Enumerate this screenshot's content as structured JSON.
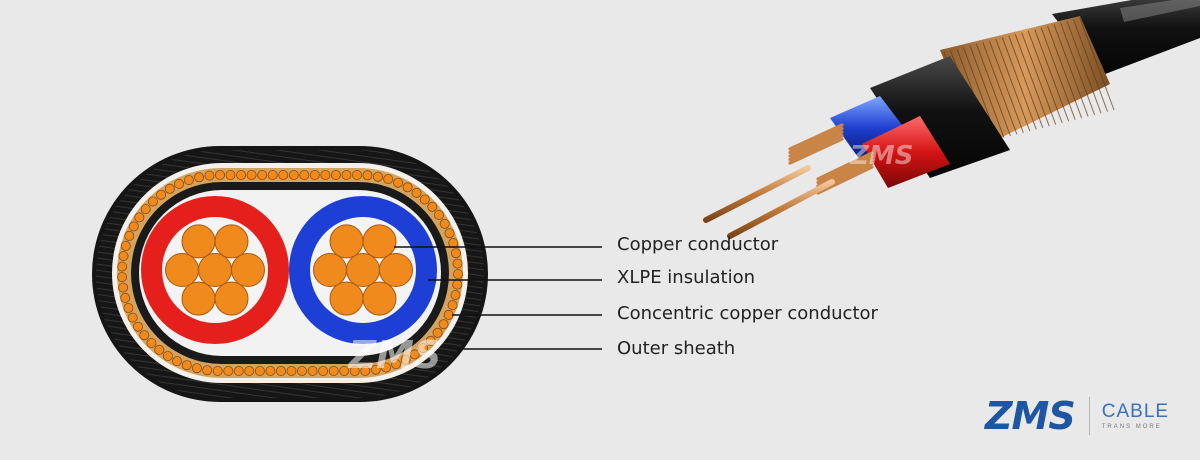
{
  "callouts": [
    {
      "id": "copper",
      "label": "Copper conductor"
    },
    {
      "id": "xlpe",
      "label": "XLPE insulation"
    },
    {
      "id": "concentric",
      "label": "Concentric copper conductor"
    },
    {
      "id": "sheath",
      "label": "Outer sheath"
    }
  ],
  "watermark": "ZMS",
  "brand": {
    "mark": "ZMS",
    "name": "CABLE",
    "tagline": "TRANS MORE"
  },
  "colors": {
    "background": "#e9e9e9",
    "outer_sheath": "#151515",
    "copper": "#f08a1c",
    "insulation_red": "#e5201c",
    "insulation_blue": "#1d3fd6",
    "brand_blue": "#1f56a3"
  }
}
